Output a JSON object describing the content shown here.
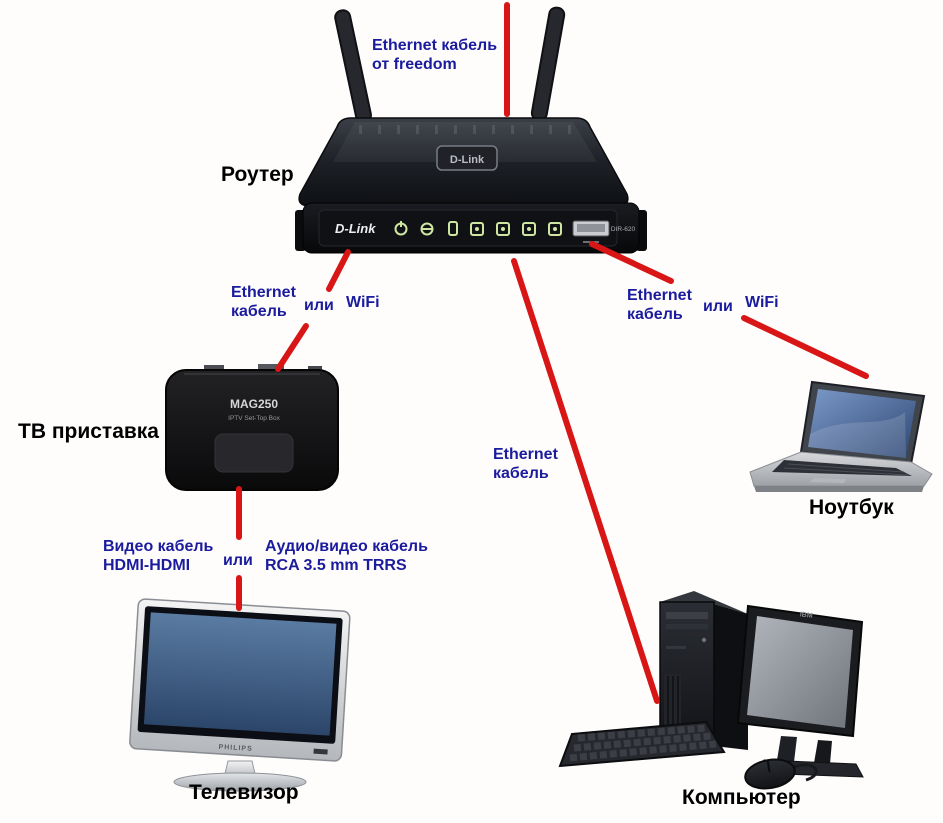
{
  "colors": {
    "background": "#fefdfc",
    "cable_red": "#d81616",
    "label_blue": "#1b1b9e",
    "label_black": "#000000"
  },
  "devices": {
    "router": {
      "label": "Роутер",
      "brand": "D-Link",
      "model": "DIR-620"
    },
    "settop": {
      "label": "ТВ приставка",
      "brand": "MAG250",
      "brand_sub": "IPTV Set-Top Box"
    },
    "tv": {
      "label": "Телевизор",
      "brand": "PHILIPS"
    },
    "laptop": {
      "label": "Ноутбук"
    },
    "computer": {
      "label": "Компьютер",
      "monitor_brand": "IBM"
    }
  },
  "cables": {
    "wan": {
      "line1": "Ethernet кабель",
      "line2": "от freedom"
    },
    "router_settop": {
      "cable_line1": "Ethernet",
      "cable_line2": "кабель",
      "or_word": "или",
      "alt": "WiFi"
    },
    "router_laptop": {
      "cable_line1": "Ethernet",
      "cable_line2": "кабель",
      "or_word": "или",
      "alt": "WiFi"
    },
    "router_computer": {
      "cable_line1": "Ethernet",
      "cable_line2": "кабель"
    },
    "settop_tv": {
      "cable_line1": "Видео кабель",
      "cable_line2": "HDMI-HDMI",
      "or_word": "или",
      "alt_line1": "Аудио/видео кабель",
      "alt_line2": "RCA 3.5 mm TRRS"
    }
  }
}
